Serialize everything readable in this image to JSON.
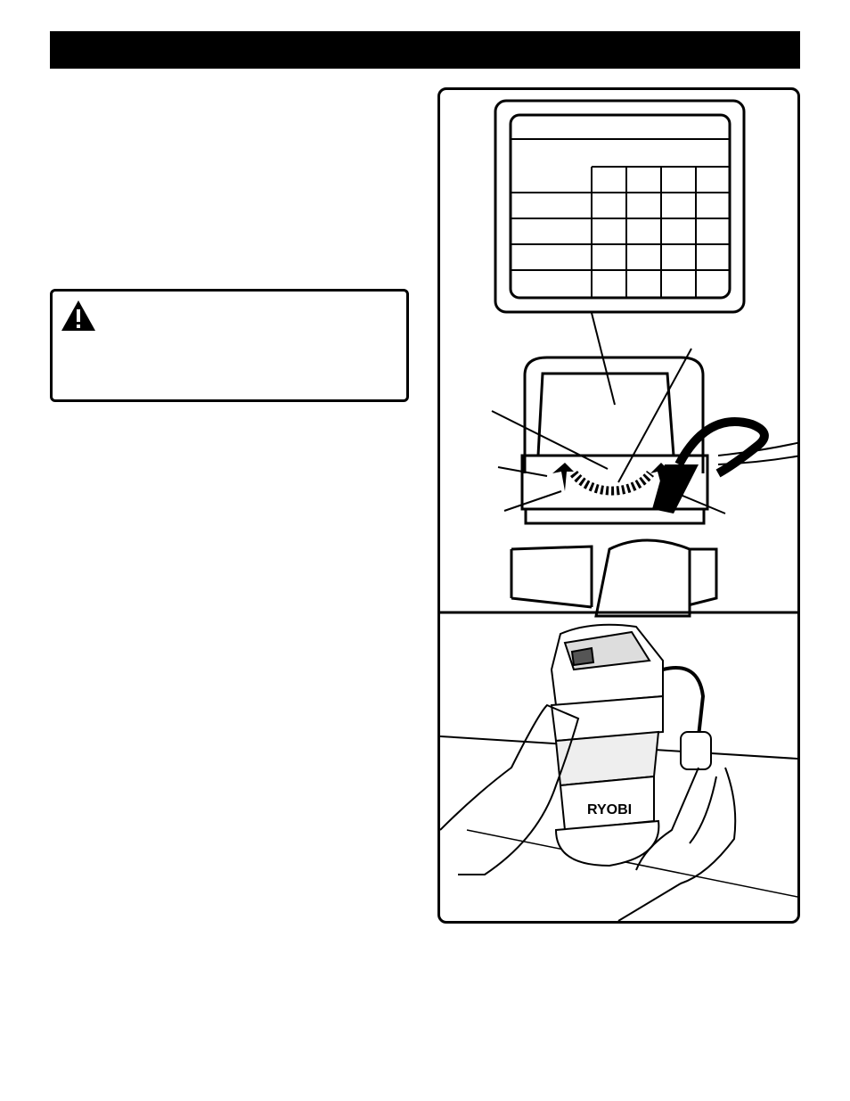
{
  "header": {
    "title": ""
  },
  "warning": {
    "icon": "warning-triangle-icon",
    "label": "",
    "text": ""
  },
  "figures": [
    {
      "name": "speed-control-dial-diagram",
      "callouts": []
    },
    {
      "name": "hands-holding-router-illustration",
      "brand_on_tool": "RYOBI"
    }
  ],
  "speed_table": {
    "header_cells": [],
    "rows": []
  }
}
